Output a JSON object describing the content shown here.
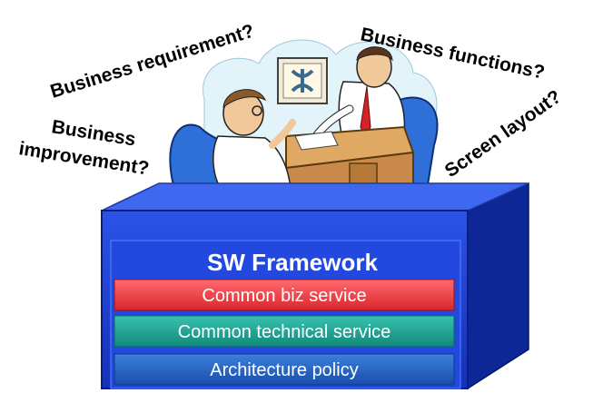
{
  "questions": {
    "business_requirement": "Business requirement?",
    "business_functions": "Business functions?",
    "business_improvement_line1": "Business",
    "business_improvement_line2": "improvement?",
    "screen_layout": "Screen layout?"
  },
  "framework": {
    "title": "SW Framework",
    "layers": [
      {
        "label": "Common biz service",
        "color": "#e8363c"
      },
      {
        "label": "Common technical service",
        "color": "#1a9e8c"
      },
      {
        "label": "Architecture policy",
        "color": "#1f5fb5"
      }
    ]
  },
  "colors": {
    "box_front": "#1b3fd6",
    "box_top": "#3f68f0",
    "box_side": "#0e2796",
    "cloud": "#e2f4f9",
    "chair": "#2f6fd8",
    "desk": "#d89a54"
  }
}
